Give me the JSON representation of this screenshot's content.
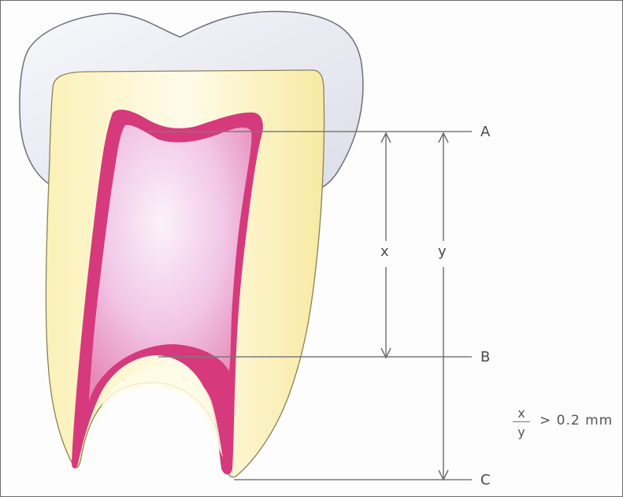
{
  "diagram": {
    "labels": {
      "a": "A",
      "b": "B",
      "c": "C",
      "x": "x",
      "y": "y"
    },
    "ratio": {
      "numerator": "x",
      "denominator": "y",
      "condition": "> 0.2 mm"
    },
    "colors": {
      "enamel": "#e8e9f2",
      "dentin": "#fbf4c9",
      "pulp_edge": "#d63a7c",
      "pulp_fill": "#f7d9ee",
      "lines": "#7a7a7a"
    }
  }
}
